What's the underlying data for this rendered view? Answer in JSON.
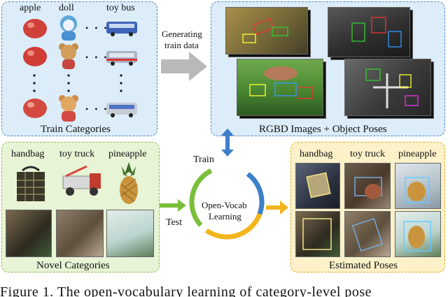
{
  "train_panel": {
    "labels": [
      "apple",
      "doll",
      "toy bus"
    ],
    "dots_h": "• • •",
    "caption": "Train Categories"
  },
  "generate_label": [
    "Generating",
    "train data"
  ],
  "rgbd_panel": {
    "caption": "RGBD Images + Object Poses"
  },
  "train_label": "Train",
  "test_label": "Test",
  "center_label": [
    "Open-Vocab",
    "Learning"
  ],
  "novel_panel": {
    "labels": [
      "handbag",
      "toy truck",
      "pineapple"
    ],
    "caption": "Novel Categories"
  },
  "estimated_panel": {
    "labels": [
      "handbag",
      "toy truck",
      "pineapple"
    ],
    "caption": "Estimated Poses"
  },
  "figure_caption": "Figure 1.  The open-vocabulary learning of category-level pose",
  "colors": {
    "blue": "#3c7fc8",
    "green": "#7bbf3a",
    "yellow": "#f2b61c",
    "gray_arrow": "#b9b9b9"
  }
}
